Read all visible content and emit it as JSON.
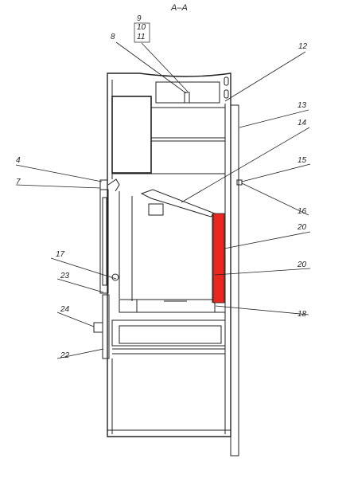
{
  "title": "A–A",
  "colors": {
    "ink": "#222222",
    "highlight": "#e8281e",
    "paper": "#ffffff"
  },
  "callouts": {
    "c4": "4",
    "c7": "7",
    "c8": "8",
    "c9": "9",
    "c10": "10",
    "c11": "11",
    "c12": "12",
    "c13": "13",
    "c14": "14",
    "c15": "15",
    "c16": "16",
    "c17": "17",
    "c18": "18",
    "c20a": "20",
    "c20b": "20",
    "c22": "22",
    "c23": "23",
    "c24": "24"
  }
}
